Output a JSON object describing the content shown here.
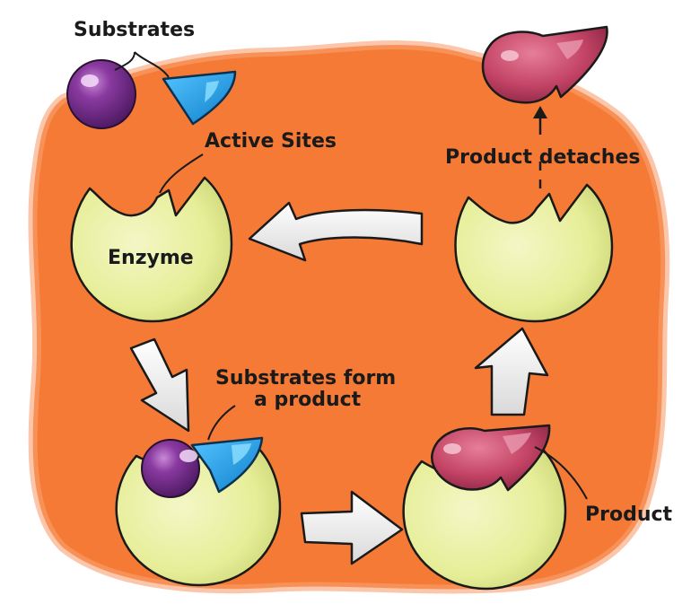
{
  "labels": {
    "substrates": "Substrates",
    "active_sites": "Active Sites",
    "enzyme": "Enzyme",
    "substrates_form_line1": "Substrates form",
    "substrates_form_line2": "a product",
    "product": "Product",
    "product_detaches": "Product detaches"
  },
  "colors": {
    "background_blob": "#f57a35",
    "enzyme_fill": "#e8ef9e",
    "substrate_purple": "#7a2e8e",
    "substrate_blue": "#1b9ee6",
    "product_pink": "#c44466",
    "arrow_fill": "#ffffff"
  }
}
